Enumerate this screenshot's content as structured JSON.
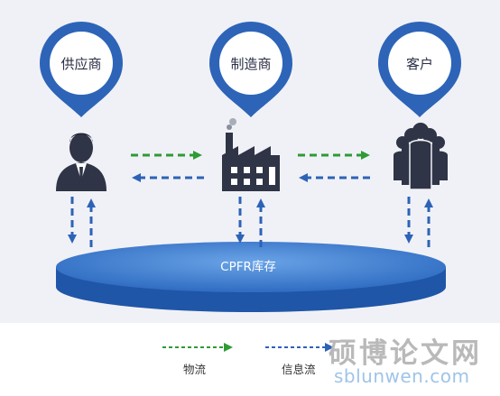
{
  "nodes": [
    {
      "label": "供应商",
      "icon": "businessman-icon"
    },
    {
      "label": "制造商",
      "icon": "factory-icon"
    },
    {
      "label": "客户",
      "icon": "people-group-icon"
    }
  ],
  "base_label": "CPFR库存",
  "legend": {
    "material_flow": {
      "label": "物流",
      "color": "#2e9b34"
    },
    "info_flow": {
      "label": "信息流",
      "color": "#2d63b6"
    }
  },
  "watermark": {
    "text": "硕博论文网",
    "url": "sblunwen.com"
  },
  "colors": {
    "pin": "#2d64b8",
    "icon": "#2f3446",
    "base": "#2d64b8"
  }
}
